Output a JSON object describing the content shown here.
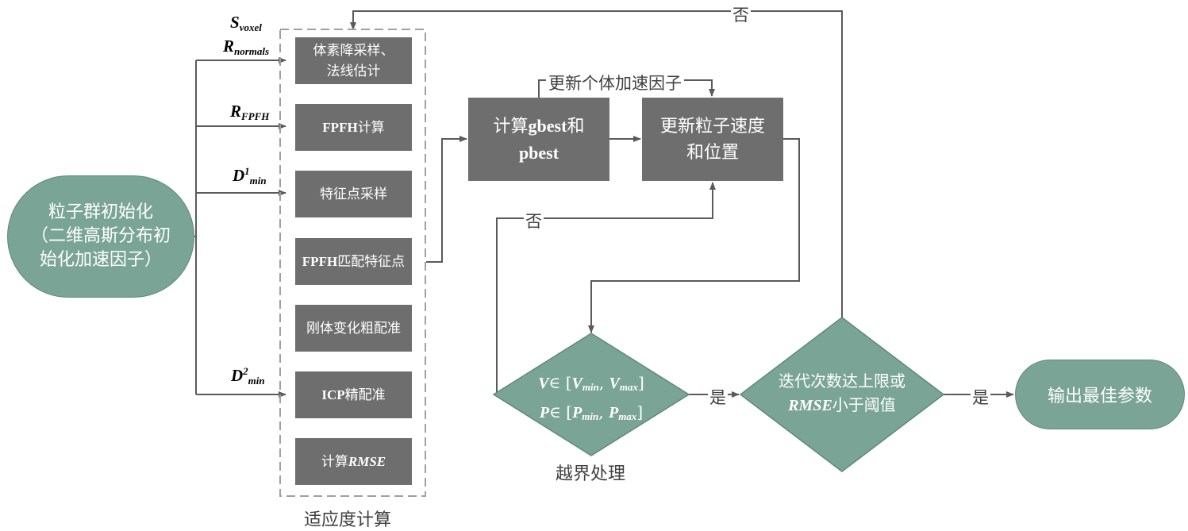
{
  "colors": {
    "process_box": "#6e6e6e",
    "terminal_fill": "#7aa596",
    "line": "#5a5a5a",
    "dashed_group": "#a0a0a0"
  },
  "start": {
    "line1": "粒子群初始化",
    "line2": "（二维高斯分布初",
    "line3": "始化加速因子）"
  },
  "params": {
    "s_main": "S",
    "s_sub": "voxel",
    "r_main": "R",
    "r_sub": "normals",
    "rf_main": "R",
    "rf_sub": "FPFH",
    "d1_main": "D",
    "d1_sup": "1",
    "d1_sub": "min",
    "d2_main": "D",
    "d2_sup": "2",
    "d2_sub": "min"
  },
  "fitness": {
    "group_label": "适应度计算",
    "steps": {
      "voxel_line1": "体素降采样、",
      "voxel_line2": "法线估计",
      "fpfh_en": "FPFH",
      "fpfh_cn": "计算",
      "feature_sampling": "特征点采样",
      "match_en": "FPFH",
      "match_cn": "匹配特征点",
      "coarse": "刚体变化粗配准",
      "icp_en": "ICP",
      "icp_cn": "精配准",
      "rmse_cn": "计算",
      "rmse_en": "RMSE"
    }
  },
  "gbest": {
    "line1_cn": "计算",
    "line1_en": "gbest",
    "line1_tail": "和",
    "line2_en": "pbest"
  },
  "update": {
    "line1": "更新粒子速度",
    "line2": "和位置",
    "accel_label": "更新个体加速因子"
  },
  "bound": {
    "v_main": "V",
    "v_sym": "∈ [",
    "vmin_main": "V",
    "vmin_sub": "min",
    "sep": ", ",
    "vmax_main": "V",
    "vmax_sub": "max",
    "close": "]",
    "p_main": "P",
    "p_sym": "∈ [",
    "pmin_main": "P",
    "pmin_sub": "min",
    "pmax_main": "P",
    "pmax_sub": "max",
    "caption": "越界处理"
  },
  "check": {
    "line1": "迭代次数达上限或",
    "line2_en": "RMSE",
    "line2_cn": "小于阈值"
  },
  "edge_labels": {
    "no_top": "否",
    "no_bound": "否",
    "yes_bound": "是",
    "yes_check": "是"
  },
  "end": {
    "label": "输出最佳参数"
  }
}
